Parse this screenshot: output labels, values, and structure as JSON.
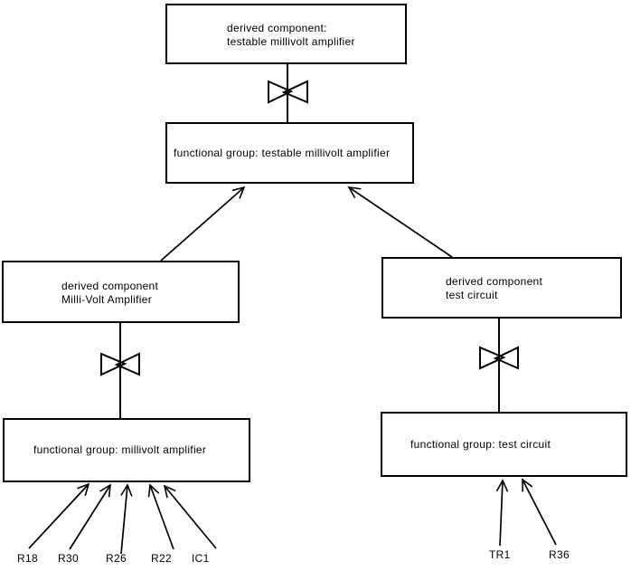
{
  "diagram": {
    "background_color": "#ffffff",
    "line_color": "#000000",
    "nodes": {
      "derived_testable": {
        "line1": "derived component:",
        "line2": "testable millivolt amplifier"
      },
      "functional_testable": {
        "label": "functional group: testable millivolt amplifier"
      },
      "derived_millivolt": {
        "line1": "derived component",
        "line2": "Milli-Volt Amplifier"
      },
      "derived_test": {
        "line1": "derived component",
        "line2": "test circuit"
      },
      "functional_millivolt": {
        "label": "functional group: millivolt amplifier"
      },
      "functional_test": {
        "label": "functional group: test circuit"
      }
    },
    "components": {
      "millivolt": [
        "R18",
        "R30",
        "R26",
        "R22",
        "IC1"
      ],
      "test": [
        "TR1",
        "R36"
      ]
    }
  }
}
